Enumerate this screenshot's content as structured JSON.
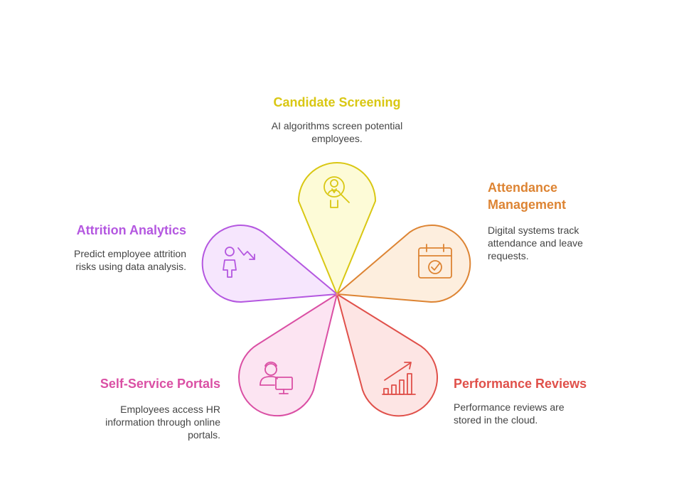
{
  "colors": {
    "yellow": "#d9c713",
    "orange": "#dd8433",
    "red": "#e0504a",
    "pink": "#da4fa4",
    "purple": "#b457e0"
  },
  "items": [
    {
      "id": "candidate-screening",
      "title": "Candidate Screening",
      "description": "AI algorithms screen potential employees.",
      "icon": "candidate-search-icon",
      "color": "#d9c713"
    },
    {
      "id": "attendance-management",
      "title": "Attendance Management",
      "description": "Digital systems track attendance and leave requests.",
      "icon": "calendar-check-icon",
      "color": "#dd8433"
    },
    {
      "id": "performance-reviews",
      "title": "Performance Reviews",
      "description": "Performance reviews are stored in the cloud.",
      "icon": "bar-chart-trend-icon",
      "color": "#e0504a"
    },
    {
      "id": "self-service-portals",
      "title": "Self-Service Portals",
      "description": "Employees access HR information through online portals.",
      "icon": "user-computer-icon",
      "color": "#da4fa4"
    },
    {
      "id": "attrition-analytics",
      "title": "Attrition Analytics",
      "description": "Predict employee attrition risks using data analysis.",
      "icon": "person-decline-icon",
      "color": "#b457e0"
    }
  ]
}
